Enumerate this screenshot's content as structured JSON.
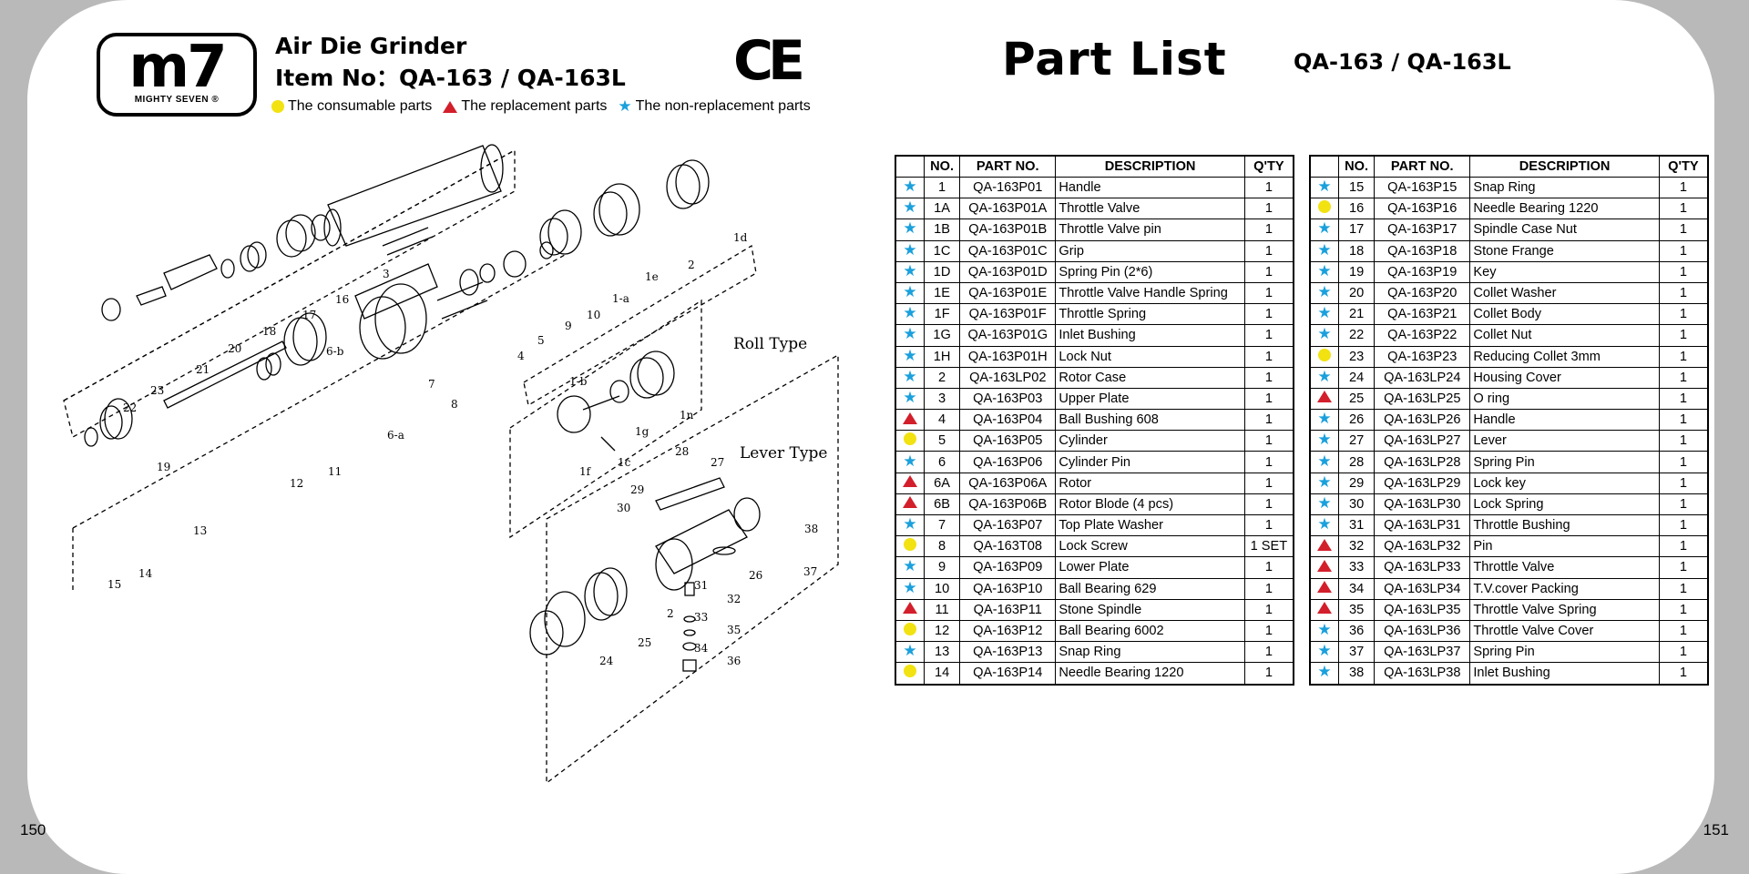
{
  "header": {
    "brand": "m7",
    "brand_sub": "MIGHTY SEVEN ®",
    "product": "Air Die Grinder",
    "item_no": "Item No：QA-163 / QA-163L",
    "ce_mark": "CE",
    "part_list_title": "Part List",
    "part_list_model": "QA-163 / QA-163L"
  },
  "legend": [
    {
      "symbol": "circle",
      "color": "#f2e211",
      "label": "The consumable parts"
    },
    {
      "symbol": "triangle",
      "color": "#d21f2b",
      "label": "The replacement parts"
    },
    {
      "symbol": "star",
      "color": "#1aa0dc",
      "label": "The non-replacement parts"
    }
  ],
  "diagram_labels": {
    "roll_type": "Roll Type",
    "lever_type": "Lever Type",
    "callouts": [
      "1d",
      "2",
      "1e",
      "1-a",
      "10",
      "9",
      "5",
      "4",
      "3",
      "16",
      "17",
      "18",
      "20",
      "21",
      "23",
      "22",
      "6-b",
      "7",
      "8",
      "6-a",
      "11",
      "12",
      "19",
      "13",
      "14",
      "15",
      "1-b",
      "1g",
      "1n",
      "1f",
      "1c",
      "28",
      "27",
      "29",
      "30",
      "38",
      "26",
      "37",
      "31",
      "32",
      "33",
      "35",
      "34",
      "36",
      "2",
      "25",
      "24"
    ]
  },
  "table": {
    "headers": [
      "",
      "NO.",
      "PART NO.",
      "DESCRIPTION",
      "Q'TY"
    ],
    "left_rows": [
      {
        "sym": "star",
        "no": "1",
        "part": "QA-163P01",
        "desc": "Handle",
        "qty": "1"
      },
      {
        "sym": "star",
        "no": "1A",
        "part": "QA-163P01A",
        "desc": "Throttle Valve",
        "qty": "1"
      },
      {
        "sym": "star",
        "no": "1B",
        "part": "QA-163P01B",
        "desc": "Throttle Valve pin",
        "qty": "1"
      },
      {
        "sym": "star",
        "no": "1C",
        "part": "QA-163P01C",
        "desc": "Grip",
        "qty": "1"
      },
      {
        "sym": "star",
        "no": "1D",
        "part": "QA-163P01D",
        "desc": "Spring Pin (2*6)",
        "qty": "1"
      },
      {
        "sym": "star",
        "no": "1E",
        "part": "QA-163P01E",
        "desc": "Throttle Valve Handle Spring",
        "qty": "1"
      },
      {
        "sym": "star",
        "no": "1F",
        "part": "QA-163P01F",
        "desc": "Throttle Spring",
        "qty": "1"
      },
      {
        "sym": "star",
        "no": "1G",
        "part": "QA-163P01G",
        "desc": "Inlet Bushing",
        "qty": "1"
      },
      {
        "sym": "star",
        "no": "1H",
        "part": "QA-163P01H",
        "desc": "Lock Nut",
        "qty": "1"
      },
      {
        "sym": "star",
        "no": "2",
        "part": "QA-163LP02",
        "desc": "Rotor Case",
        "qty": "1"
      },
      {
        "sym": "star",
        "no": "3",
        "part": "QA-163P03",
        "desc": "Upper Plate",
        "qty": "1"
      },
      {
        "sym": "tri",
        "no": "4",
        "part": "QA-163P04",
        "desc": "Ball Bushing 608",
        "qty": "1"
      },
      {
        "sym": "dot",
        "no": "5",
        "part": "QA-163P05",
        "desc": "Cylinder",
        "qty": "1"
      },
      {
        "sym": "star",
        "no": "6",
        "part": "QA-163P06",
        "desc": "Cylinder Pin",
        "qty": "1"
      },
      {
        "sym": "tri",
        "no": "6A",
        "part": "QA-163P06A",
        "desc": "Rotor",
        "qty": "1"
      },
      {
        "sym": "tri",
        "no": "6B",
        "part": "QA-163P06B",
        "desc": "Rotor Blode (4 pcs)",
        "qty": "1"
      },
      {
        "sym": "star",
        "no": "7",
        "part": "QA-163P07",
        "desc": "Top Plate Washer",
        "qty": "1"
      },
      {
        "sym": "dot",
        "no": "8",
        "part": "QA-163T08",
        "desc": "Lock Screw",
        "qty": "1 SET"
      },
      {
        "sym": "star",
        "no": "9",
        "part": "QA-163P09",
        "desc": "Lower Plate",
        "qty": "1"
      },
      {
        "sym": "star",
        "no": "10",
        "part": "QA-163P10",
        "desc": "Ball Bearing 629",
        "qty": "1"
      },
      {
        "sym": "tri",
        "no": "11",
        "part": "QA-163P11",
        "desc": "Stone Spindle",
        "qty": "1"
      },
      {
        "sym": "dot",
        "no": "12",
        "part": "QA-163P12",
        "desc": "Ball Bearing 6002",
        "qty": "1"
      },
      {
        "sym": "star",
        "no": "13",
        "part": "QA-163P13",
        "desc": "Snap Ring",
        "qty": "1"
      },
      {
        "sym": "dot",
        "no": "14",
        "part": "QA-163P14",
        "desc": "Needle Bearing 1220",
        "qty": "1"
      }
    ],
    "right_rows": [
      {
        "sym": "star",
        "no": "15",
        "part": "QA-163P15",
        "desc": "Snap Ring",
        "qty": "1"
      },
      {
        "sym": "dot",
        "no": "16",
        "part": "QA-163P16",
        "desc": "Needle Bearing 1220",
        "qty": "1"
      },
      {
        "sym": "star",
        "no": "17",
        "part": "QA-163P17",
        "desc": "Spindle Case Nut",
        "qty": "1"
      },
      {
        "sym": "star",
        "no": "18",
        "part": "QA-163P18",
        "desc": "Stone Frange",
        "qty": "1"
      },
      {
        "sym": "star",
        "no": "19",
        "part": "QA-163P19",
        "desc": "Key",
        "qty": "1"
      },
      {
        "sym": "star",
        "no": "20",
        "part": "QA-163P20",
        "desc": "Collet Washer",
        "qty": "1"
      },
      {
        "sym": "star",
        "no": "21",
        "part": "QA-163P21",
        "desc": "Collet Body",
        "qty": "1"
      },
      {
        "sym": "star",
        "no": "22",
        "part": "QA-163P22",
        "desc": "Collet Nut",
        "qty": "1"
      },
      {
        "sym": "dot",
        "no": "23",
        "part": "QA-163P23",
        "desc": "Reducing Collet 3mm",
        "qty": "1"
      },
      {
        "sym": "star",
        "no": "24",
        "part": "QA-163LP24",
        "desc": "Housing Cover",
        "qty": "1"
      },
      {
        "sym": "tri",
        "no": "25",
        "part": "QA-163LP25",
        "desc": "O ring",
        "qty": "1"
      },
      {
        "sym": "star",
        "no": "26",
        "part": "QA-163LP26",
        "desc": "Handle",
        "qty": "1"
      },
      {
        "sym": "star",
        "no": "27",
        "part": "QA-163LP27",
        "desc": "Lever",
        "qty": "1"
      },
      {
        "sym": "star",
        "no": "28",
        "part": "QA-163LP28",
        "desc": "Spring Pin",
        "qty": "1"
      },
      {
        "sym": "star",
        "no": "29",
        "part": "QA-163LP29",
        "desc": "Lock key",
        "qty": "1"
      },
      {
        "sym": "star",
        "no": "30",
        "part": "QA-163LP30",
        "desc": "Lock Spring",
        "qty": "1"
      },
      {
        "sym": "star",
        "no": "31",
        "part": "QA-163LP31",
        "desc": "Throttle Bushing",
        "qty": "1"
      },
      {
        "sym": "tri",
        "no": "32",
        "part": "QA-163LP32",
        "desc": "Pin",
        "qty": "1"
      },
      {
        "sym": "tri",
        "no": "33",
        "part": "QA-163LP33",
        "desc": "Throttle Valve",
        "qty": "1"
      },
      {
        "sym": "tri",
        "no": "34",
        "part": "QA-163LP34",
        "desc": "T.V.cover Packing",
        "qty": "1"
      },
      {
        "sym": "tri",
        "no": "35",
        "part": "QA-163LP35",
        "desc": "Throttle Valve Spring",
        "qty": "1"
      },
      {
        "sym": "star",
        "no": "36",
        "part": "QA-163LP36",
        "desc": "Throttle Valve Cover",
        "qty": "1"
      },
      {
        "sym": "star",
        "no": "37",
        "part": "QA-163LP37",
        "desc": "Spring Pin",
        "qty": "1"
      },
      {
        "sym": "star",
        "no": "38",
        "part": "QA-163LP38",
        "desc": "Inlet Bushing",
        "qty": "1"
      }
    ]
  },
  "page_numbers": {
    "left": "150",
    "right": "151"
  }
}
